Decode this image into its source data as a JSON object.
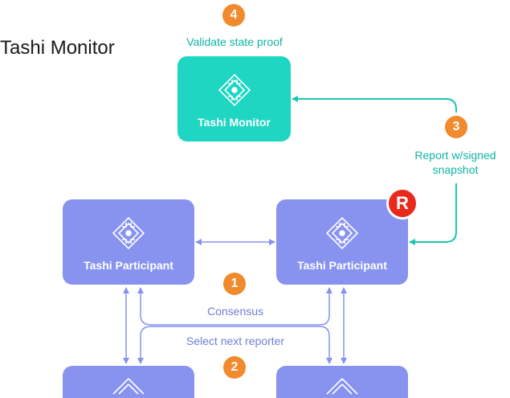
{
  "heading": "Tashi Monitor",
  "nodes": {
    "monitor": {
      "label": "Tashi Monitor"
    },
    "participant_left": {
      "label": "Tashi Participant"
    },
    "participant_right": {
      "label": "Tashi Participant"
    }
  },
  "steps": {
    "one": "1",
    "two": "2",
    "three": "3",
    "four": "4"
  },
  "reporter_badge": "R",
  "captions": {
    "validate": "Validate state proof",
    "report_line1": "Report w/signed",
    "report_line2": "snapshot",
    "consensus": "Consensus",
    "select_next": "Select next reporter"
  },
  "colors": {
    "monitor": "#1ed6c2",
    "participant": "#8793ee",
    "step_badge": "#f08a2c",
    "reporter_badge": "#e8291c",
    "teal_arrow": "#1ac6b2",
    "blue_arrow": "#8793ee"
  }
}
